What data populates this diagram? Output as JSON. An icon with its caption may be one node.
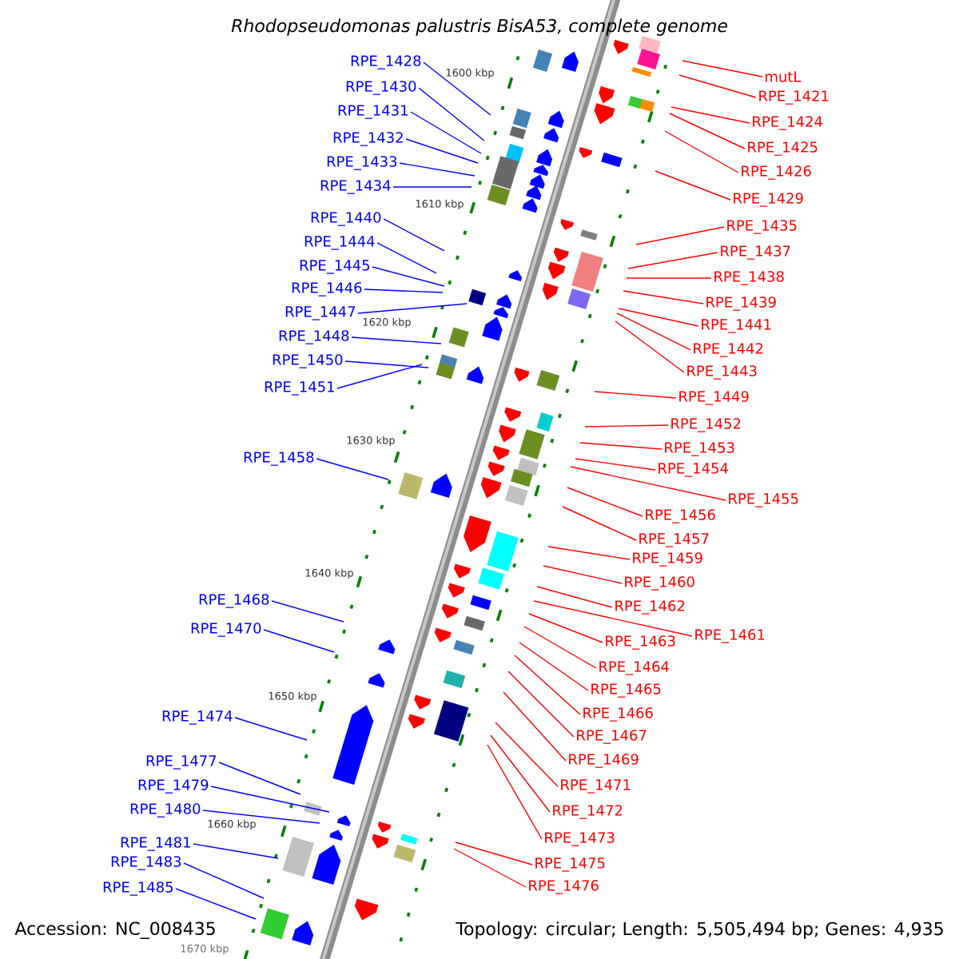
{
  "diagram": {
    "title": "Rhodopseudomonas palustris BisA53, complete genome",
    "nodes": [
      {
        "text": [
          "RPE_1428"
        ]
      },
      {
        "text": [
          "RPE_1430"
        ]
      },
      {
        "text": [
          "RPE_1431"
        ]
      },
      {
        "text": [
          "RPE_1432"
        ]
      },
      {
        "text": [
          "RPE_1433"
        ]
      },
      {
        "text": [
          "RPE_1434"
        ]
      },
      {
        "text": [
          "RPE_1440"
        ]
      },
      {
        "text": [
          "RPE_1444"
        ]
      },
      {
        "text": [
          "RPE_1445"
        ]
      },
      {
        "text": [
          "RPE_1446"
        ]
      },
      {
        "text": [
          "RPE_1447"
        ]
      },
      {
        "text": [
          "RPE_1448"
        ]
      },
      {
        "text": [
          "RPE_1450"
        ]
      },
      {
        "text": [
          "RPE_1451"
        ]
      },
      {
        "text": [
          "RPE_1458"
        ]
      },
      {
        "text": [
          "RPE_1468"
        ]
      },
      {
        "text": [
          "RPE_1470"
        ]
      },
      {
        "text": [
          "RPE_1474"
        ]
      },
      {
        "text": [
          "RPE_1477"
        ]
      },
      {
        "text": [
          "RPE_1479"
        ]
      },
      {
        "text": [
          "RPE_1480"
        ]
      },
      {
        "text": [
          "RPE_1481"
        ]
      },
      {
        "text": [
          "RPE_1483"
        ]
      },
      {
        "text": [
          "RPE_1485"
        ]
      },
      {
        "text": [
          "mutL"
        ]
      },
      {
        "text": [
          "RPE_1421"
        ]
      },
      {
        "text": [
          "RPE_1424"
        ]
      },
      {
        "text": [
          "RPE_1425"
        ]
      },
      {
        "text": [
          "RPE_1426"
        ]
      },
      {
        "text": [
          "RPE_1429"
        ]
      },
      {
        "text": [
          "RPE_1435"
        ]
      },
      {
        "text": [
          "RPE_1437"
        ]
      },
      {
        "text": [
          "RPE_1438"
        ]
      },
      {
        "text": [
          "RPE_1439"
        ]
      },
      {
        "text": [
          "RPE_1441"
        ]
      },
      {
        "text": [
          "RPE_1442"
        ]
      },
      {
        "text": [
          "RPE_1443"
        ]
      },
      {
        "text": [
          "RPE_1449"
        ]
      },
      {
        "text": [
          "RPE_1452"
        ]
      },
      {
        "text": [
          "RPE_1453"
        ]
      },
      {
        "text": [
          "RPE_1454"
        ]
      },
      {
        "text": [
          "RPE_1456"
        ]
      },
      {
        "text": [
          "RPE_1455"
        ]
      },
      {
        "text": [
          "RPE_1457"
        ]
      },
      {
        "text": [
          "RPE_1459"
        ]
      },
      {
        "text": [
          "RPE_1460"
        ]
      },
      {
        "text": [
          "RPE_1462"
        ]
      },
      {
        "text": [
          "RPE_1461"
        ]
      },
      {
        "text": [
          "RPE_1463"
        ]
      },
      {
        "text": [
          "RPE_1464"
        ]
      },
      {
        "text": [
          "RPE_1465"
        ]
      },
      {
        "text": [
          "RPE_1466"
        ]
      },
      {
        "text": [
          "RPE_1467"
        ]
      },
      {
        "text": [
          "RPE_1469"
        ]
      },
      {
        "text": [
          "RPE_1471"
        ]
      },
      {
        "text": [
          "RPE_1472"
        ]
      },
      {
        "text": [
          "RPE_1473"
        ]
      },
      {
        "text": [
          "RPE_1475"
        ]
      },
      {
        "text": [
          "RPE_1476"
        ]
      }
    ],
    "edges": [
      {
        "from": 0,
        "to": null,
        "arrow": "none",
        "color": "#0000ff"
      },
      {
        "from": 1,
        "to": null,
        "arrow": "none",
        "color": "#0000ff"
      },
      {
        "from": 2,
        "to": null,
        "arrow": "none",
        "color": "#0000ff"
      },
      {
        "from": 3,
        "to": null,
        "arrow": "none",
        "color": "#0000ff"
      },
      {
        "from": 4,
        "to": null,
        "arrow": "none",
        "color": "#0000ff"
      },
      {
        "from": 5,
        "to": null,
        "arrow": "none",
        "color": "#0000ff"
      },
      {
        "from": 6,
        "to": null,
        "arrow": "none",
        "color": "#0000ff"
      },
      {
        "from": 7,
        "to": null,
        "arrow": "none",
        "color": "#0000ff"
      },
      {
        "from": 8,
        "to": null,
        "arrow": "none",
        "color": "#0000ff"
      },
      {
        "from": 9,
        "to": null,
        "arrow": "none",
        "color": "#0000ff"
      },
      {
        "from": 10,
        "to": null,
        "arrow": "none",
        "color": "#0000ff"
      },
      {
        "from": 11,
        "to": null,
        "arrow": "none",
        "color": "#0000ff"
      },
      {
        "from": 12,
        "to": null,
        "arrow": "none",
        "color": "#0000ff"
      },
      {
        "from": 13,
        "to": null,
        "arrow": "none",
        "color": "#0000ff"
      },
      {
        "from": 14,
        "to": null,
        "arrow": "none",
        "color": "#0000ff"
      },
      {
        "from": 15,
        "to": null,
        "arrow": "none",
        "color": "#0000ff"
      },
      {
        "from": 16,
        "to": null,
        "arrow": "none",
        "color": "#0000ff"
      },
      {
        "from": 17,
        "to": null,
        "arrow": "none",
        "color": "#0000ff"
      },
      {
        "from": 18,
        "to": null,
        "arrow": "none",
        "color": "#0000ff"
      },
      {
        "from": 19,
        "to": null,
        "arrow": "none",
        "color": "#0000ff"
      },
      {
        "from": 20,
        "to": null,
        "arrow": "none",
        "color": "#0000ff"
      },
      {
        "from": 21,
        "to": null,
        "arrow": "none",
        "color": "#0000ff"
      },
      {
        "from": 22,
        "to": null,
        "arrow": "none",
        "color": "#0000ff"
      },
      {
        "from": 23,
        "to": null,
        "arrow": "none",
        "color": "#0000ff"
      },
      {
        "from": 24,
        "to": null,
        "arrow": "none"
      },
      {
        "from": 25,
        "to": null,
        "arrow": "none"
      },
      {
        "from": 26,
        "to": null,
        "arrow": "none"
      },
      {
        "from": 27,
        "to": null,
        "arrow": "none"
      },
      {
        "from": 28,
        "to": null,
        "arrow": "none"
      },
      {
        "from": 29,
        "to": null,
        "arrow": "none"
      },
      {
        "from": 30,
        "to": null,
        "arrow": "none"
      },
      {
        "from": 31,
        "to": null,
        "arrow": "none"
      },
      {
        "from": 32,
        "to": null,
        "arrow": "none"
      },
      {
        "from": 33,
        "to": null,
        "arrow": "none"
      },
      {
        "from": 34,
        "to": null,
        "arrow": "none"
      },
      {
        "from": 35,
        "to": null,
        "arrow": "none"
      },
      {
        "from": 36,
        "to": null,
        "arrow": "none"
      },
      {
        "from": 37,
        "to": null,
        "arrow": "none"
      },
      {
        "from": 38,
        "to": null,
        "arrow": "none"
      },
      {
        "from": 39,
        "to": null,
        "arrow": "none"
      },
      {
        "from": 40,
        "to": null,
        "arrow": "none"
      },
      {
        "from": 41,
        "to": null,
        "arrow": "none"
      },
      {
        "from": 42,
        "to": null,
        "arrow": "none"
      },
      {
        "from": 43,
        "to": null,
        "arrow": "none"
      },
      {
        "from": 44,
        "to": null,
        "arrow": "none"
      },
      {
        "from": 45,
        "to": null,
        "arrow": "none"
      },
      {
        "from": 46,
        "to": null,
        "arrow": "none"
      },
      {
        "from": 47,
        "to": null,
        "arrow": "none"
      },
      {
        "from": 48,
        "to": null,
        "arrow": "none"
      },
      {
        "from": 49,
        "to": null,
        "arrow": "none"
      },
      {
        "from": 50,
        "to": null,
        "arrow": "none"
      },
      {
        "from": 51,
        "to": null,
        "arrow": "none"
      },
      {
        "from": 52,
        "to": null,
        "arrow": "none"
      },
      {
        "from": 53,
        "to": null,
        "arrow": "none"
      },
      {
        "from": 54,
        "to": null,
        "arrow": "none"
      },
      {
        "from": 55,
        "to": null,
        "arrow": "none"
      },
      {
        "from": 56,
        "to": null,
        "arrow": "none"
      },
      {
        "from": 57,
        "to": null,
        "arrow": "none"
      },
      {
        "from": 58,
        "to": null,
        "arrow": "none"
      }
    ],
    "labels": [
      "1600 kbp",
      "1610 kbp",
      "1620 kbp",
      "1630 kbp",
      "1640 kbp",
      "1650 kbp",
      "1660 kbp",
      "1670 kbp",
      "Accession: NC_008435",
      "Topology: circular; Length: 5,505,494 bp; Genes: 4,935"
    ]
  }
}
